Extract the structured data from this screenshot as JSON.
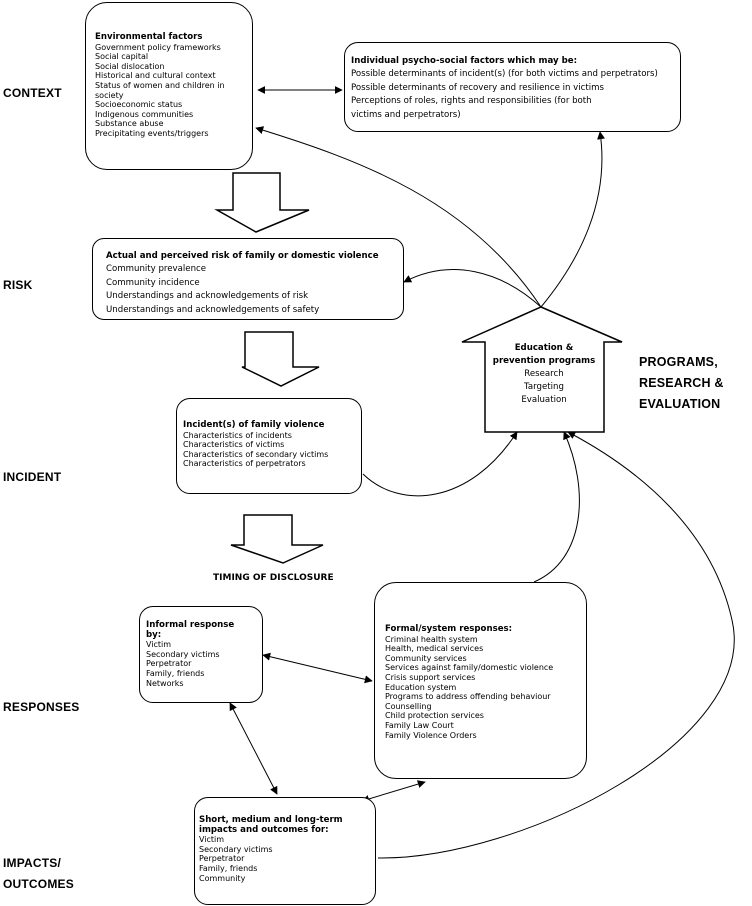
{
  "sections": {
    "context": "CONTEXT",
    "risk": "RISK",
    "incident": "INCIDENT",
    "responses": "RESPONSES",
    "impacts": [
      "IMPACTS/",
      "OUTCOMES"
    ],
    "programs": [
      "PROGRAMS,",
      "RESEARCH &",
      "EVALUATION"
    ]
  },
  "environmental": {
    "title": "Environmental factors",
    "items": [
      "Government policy frameworks",
      "Social capital",
      "Social dislocation",
      "Historical and cultural context",
      "Status of women and children in",
      "society",
      "Socioeconomic status",
      "Indigenous communities",
      "Substance abuse",
      "Precipitating events/triggers"
    ]
  },
  "psychosocial": {
    "title": "Individual psycho-social factors which may be:",
    "items": [
      "Possible determinants of incident(s) (for both victims and perpetrators)",
      "Possible determinants of recovery and resilience in victims",
      "Perceptions of roles, rights and responsibilities (for both",
      "victims and perpetrators)"
    ]
  },
  "risk_box": {
    "title": "Actual and perceived risk of family or domestic violence",
    "items": [
      "Community prevalence",
      "Community incidence",
      "Understandings and acknowledgements of risk",
      "Understandings and acknowledgements of safety"
    ]
  },
  "education": {
    "title": [
      "Education &",
      "prevention programs"
    ],
    "items": [
      "Research",
      "Targeting",
      "Evaluation"
    ]
  },
  "incident_box": {
    "title": "Incident(s) of family violence",
    "items": [
      "Characteristics of incidents",
      "Characteristics of victims",
      "Characteristics of secondary victims",
      "Characteristics of perpetrators"
    ]
  },
  "timing": "TIMING OF DISCLOSURE",
  "informal": {
    "title": [
      "Informal response",
      "by:"
    ],
    "items": [
      "Victim",
      "Secondary victims",
      "Perpetrator",
      "Family, friends",
      "Networks"
    ]
  },
  "formal": {
    "title": "Formal/system responses:",
    "items": [
      "Criminal health system",
      "Health, medical services",
      "Community services",
      "Services against family/domestic violence",
      "Crisis support services",
      "Education system",
      "Programs to address offending behaviour",
      "Counselling",
      "Child protection services",
      "Family Law Court",
      "Family Violence Orders"
    ]
  },
  "impacts_box": {
    "title": [
      "Short, medium and long-term",
      "impacts and outcomes for:"
    ],
    "items": [
      "Victim",
      "Secondary victims",
      "Perpetrator",
      "Family, friends",
      "Community"
    ]
  }
}
